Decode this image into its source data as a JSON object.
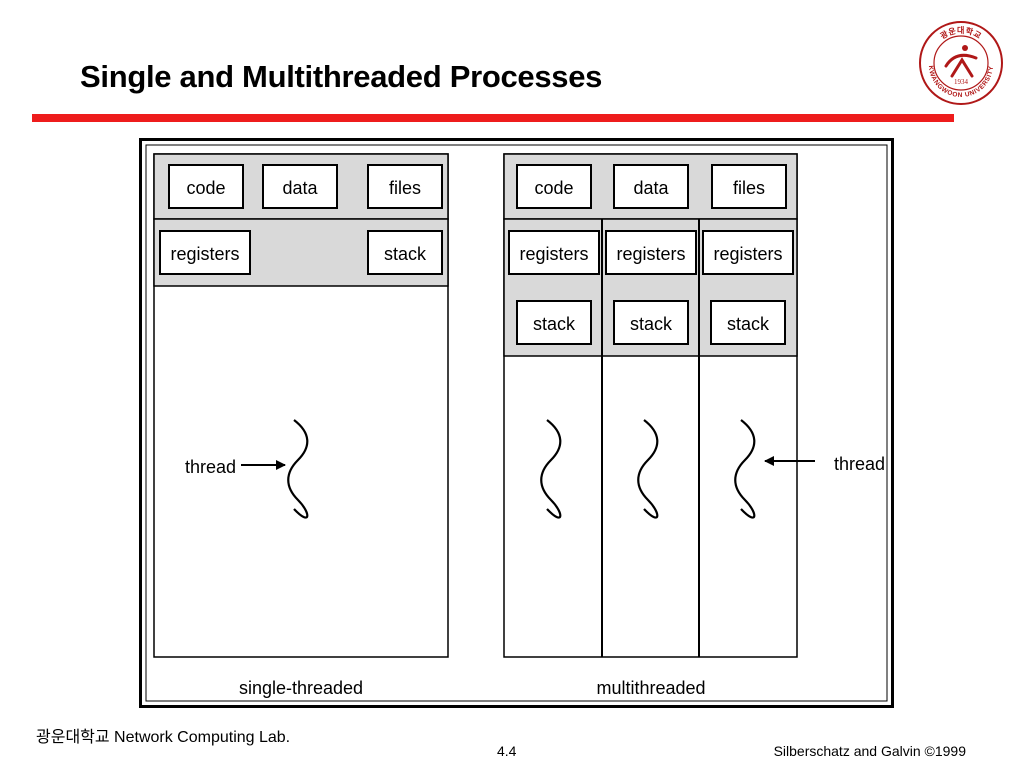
{
  "slide": {
    "title": "Single and Multithreaded Processes"
  },
  "logo": {
    "name": "광운대학교",
    "university": "KWANGWOON UNIVERSITY",
    "year": "1934"
  },
  "diagram": {
    "single": {
      "code": "code",
      "data": "data",
      "files": "files",
      "registers": "registers",
      "stack": "stack",
      "thread_label": "thread",
      "caption": "single-threaded"
    },
    "multi": {
      "code": "code",
      "data": "data",
      "files": "files",
      "registers": [
        "registers",
        "registers",
        "registers"
      ],
      "stack": [
        "stack",
        "stack",
        "stack"
      ],
      "thread_label": "thread",
      "caption": "multithreaded"
    }
  },
  "footer": {
    "lab": "광운대학교 Network Computing Lab.",
    "page": "4.4",
    "credit": "Silberschatz and Galvin ©1999"
  },
  "colors": {
    "accent_bar": "#ee1c1c",
    "panel_fill": "#d9d9d9",
    "logo": "#b01818"
  }
}
